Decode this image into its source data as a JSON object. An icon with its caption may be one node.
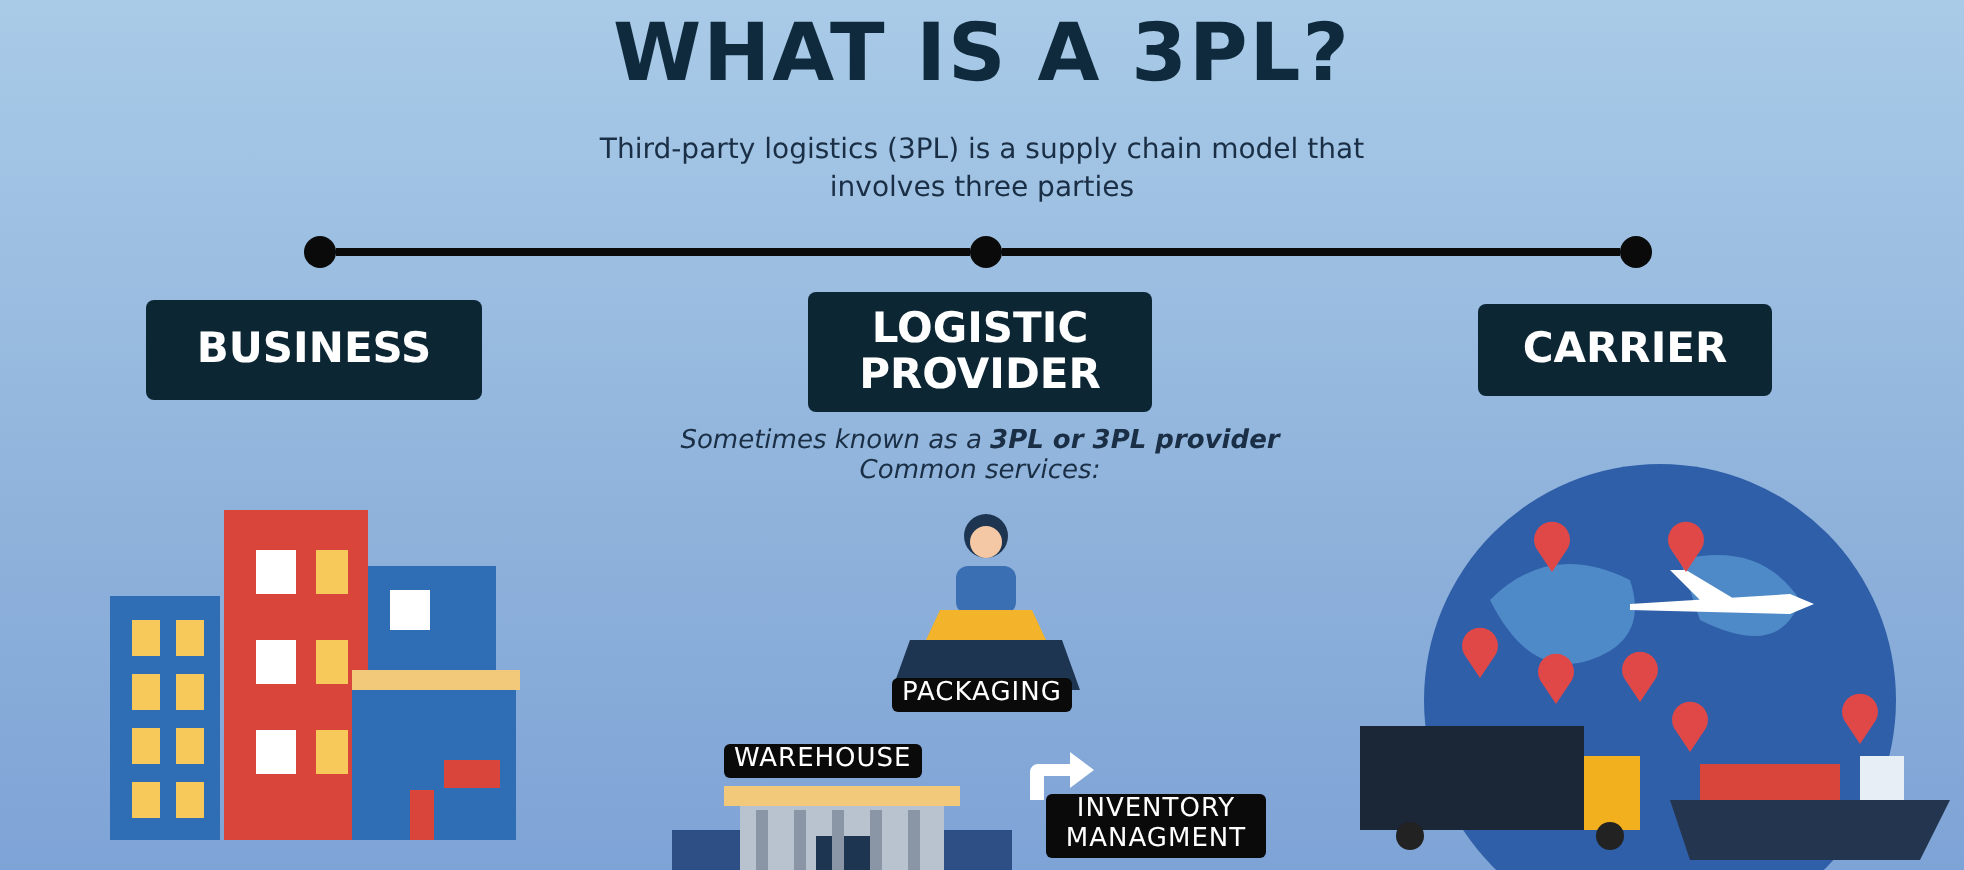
{
  "diagram": {
    "title": "WHAT IS A 3PL?",
    "nodes": [
      {
        "text": [],
        "shape": "circle"
      },
      {
        "text": [],
        "shape": "circle"
      },
      {
        "text": [],
        "shape": "circle"
      },
      {
        "text": [
          "BUSINESS"
        ]
      },
      {
        "text": [
          "LOGISTIC PROVIDER"
        ]
      },
      {
        "text": [
          "CARRIER"
        ]
      }
    ],
    "edges": [
      {
        "from": 0,
        "to": 1,
        "arrow": "none"
      },
      {
        "from": 1,
        "to": 2,
        "arrow": "none"
      }
    ],
    "labels": [
      "Third-party logistics (3PL) is a supply chain model that involves three parties",
      "Sometimes known as a **3PL or 3PL provider**",
      "Common services:",
      "PACKAGING",
      "WAREHOUSE",
      "INVENTORY MANAGMENT"
    ]
  }
}
